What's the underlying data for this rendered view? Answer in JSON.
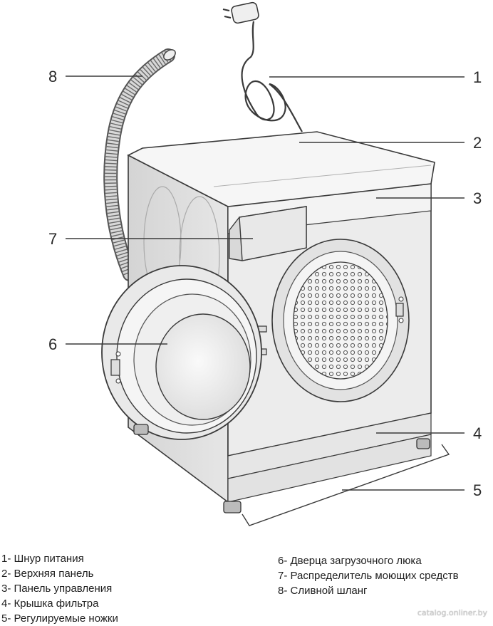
{
  "callouts": [
    {
      "num": "1",
      "text": "1- Шнур питания"
    },
    {
      "num": "2",
      "text": "2- Верхняя панель"
    },
    {
      "num": "3",
      "text": "3- Панель управления"
    },
    {
      "num": "4",
      "text": "4- Крышка фильтра"
    },
    {
      "num": "5",
      "text": "5- Регулируемые ножки"
    },
    {
      "num": "6",
      "text": "6- Дверца загрузочного люка"
    },
    {
      "num": "7",
      "text": "7- Распределитель моющих средств"
    },
    {
      "num": "8",
      "text": "8- Сливной шланг"
    }
  ],
  "watermark": "catalog.onliner.by",
  "colors": {
    "line": "#3a3a3a",
    "body": "#efefef",
    "side": "#dedede",
    "dark": "#b8b8b8"
  }
}
